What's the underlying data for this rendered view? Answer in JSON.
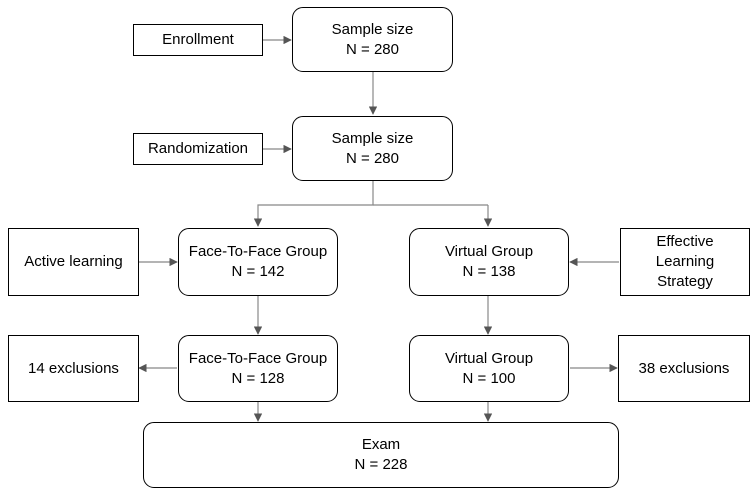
{
  "nodes": {
    "enrollment": {
      "lines": [
        "Enrollment"
      ]
    },
    "sample1": {
      "lines": [
        "Sample size",
        "N = 280"
      ]
    },
    "randomization": {
      "lines": [
        "Randomization"
      ]
    },
    "sample2": {
      "lines": [
        "Sample size",
        "N = 280"
      ]
    },
    "active": {
      "lines": [
        "Active learning"
      ]
    },
    "f2f1": {
      "lines": [
        "Face-To-Face Group",
        "N = 142"
      ]
    },
    "virtual1": {
      "lines": [
        "Virtual Group",
        "N = 138"
      ]
    },
    "effective": {
      "lines": [
        "Effective",
        "Learning",
        "Strategy"
      ]
    },
    "excl14": {
      "lines": [
        "14 exclusions"
      ]
    },
    "f2f2": {
      "lines": [
        "Face-To-Face Group",
        "N = 128"
      ]
    },
    "virtual2": {
      "lines": [
        "Virtual Group",
        "N = 100"
      ]
    },
    "excl38": {
      "lines": [
        "38 exclusions"
      ]
    },
    "exam": {
      "lines": [
        "Exam",
        "N = 228"
      ]
    }
  }
}
